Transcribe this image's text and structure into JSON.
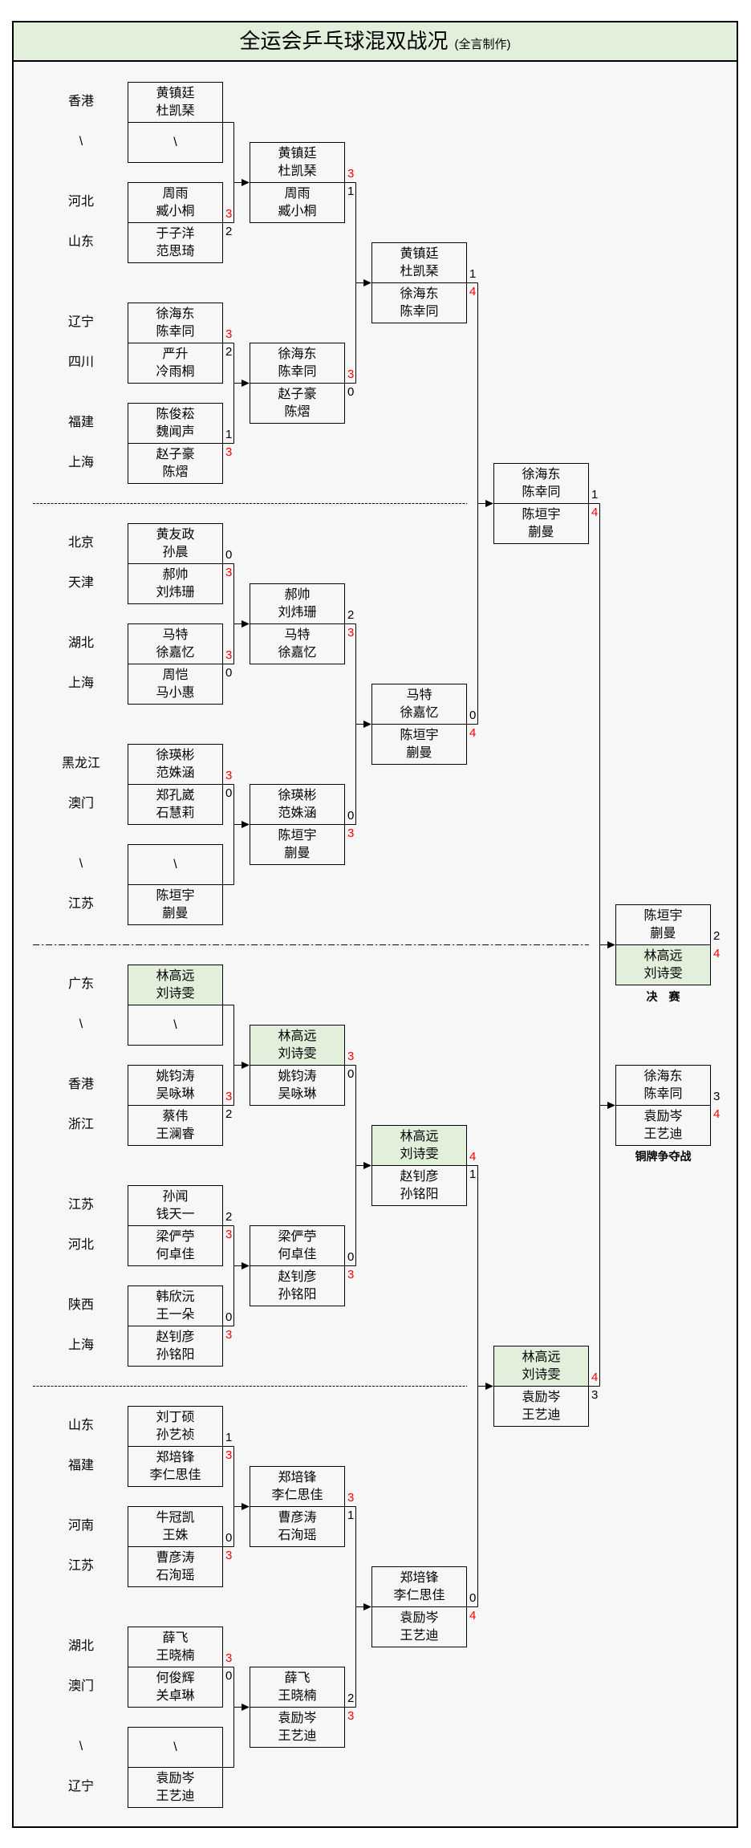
{
  "title": "全运会乒乓球混双战况",
  "subtitle": "(全言制作)",
  "colors": {
    "header_fill": "#e2efda",
    "highlight_fill": "#e2efda",
    "panel_background": "#f7f7f7",
    "winner_score": "#ff0000",
    "text": "#000000"
  },
  "labels": {
    "final": "决　赛",
    "bronze": "铜牌争夺战"
  },
  "bracket": {
    "round_of_32": [
      {
        "top": {
          "region": "香港",
          "players": [
            "黄镇廷",
            "杜凯琹"
          ]
        },
        "bottom": {
          "region": "\\",
          "players": [
            "\\"
          ]
        }
      },
      {
        "top": {
          "region": "河北",
          "players": [
            "周雨",
            "臧小桐"
          ],
          "score": 3,
          "winner": true
        },
        "bottom": {
          "region": "山东",
          "players": [
            "于子洋",
            "范思琦"
          ],
          "score": 2
        }
      },
      {
        "top": {
          "region": "辽宁",
          "players": [
            "徐海东",
            "陈幸同"
          ],
          "score": 3,
          "winner": true
        },
        "bottom": {
          "region": "四川",
          "players": [
            "严升",
            "冷雨桐"
          ],
          "score": 2
        }
      },
      {
        "top": {
          "region": "福建",
          "players": [
            "陈俊菘",
            "魏闻声"
          ],
          "score": 1
        },
        "bottom": {
          "region": "上海",
          "players": [
            "赵子豪",
            "陈熠"
          ],
          "score": 3,
          "winner": true
        }
      },
      {
        "top": {
          "region": "北京",
          "players": [
            "黄友政",
            "孙晨"
          ],
          "score": 0
        },
        "bottom": {
          "region": "天津",
          "players": [
            "郝帅",
            "刘炜珊"
          ],
          "score": 3,
          "winner": true
        }
      },
      {
        "top": {
          "region": "湖北",
          "players": [
            "马特",
            "徐嘉忆"
          ],
          "score": 3,
          "winner": true
        },
        "bottom": {
          "region": "上海",
          "players": [
            "周恺",
            "马小惠"
          ],
          "score": 0
        }
      },
      {
        "top": {
          "region": "黑龙江",
          "players": [
            "徐瑛彬",
            "范姝涵"
          ],
          "score": 3,
          "winner": true
        },
        "bottom": {
          "region": "澳门",
          "players": [
            "郑孔崴",
            "石慧莉"
          ],
          "score": 0
        }
      },
      {
        "top": {
          "region": "\\",
          "players": [
            "\\"
          ]
        },
        "bottom": {
          "region": "江苏",
          "players": [
            "陈垣宇",
            "蒯曼"
          ]
        }
      },
      {
        "top": {
          "region": "广东",
          "players": [
            "林高远",
            "刘诗雯"
          ],
          "highlight": true
        },
        "bottom": {
          "region": "\\",
          "players": [
            "\\"
          ]
        }
      },
      {
        "top": {
          "region": "香港",
          "players": [
            "姚钧涛",
            "吴咏琳"
          ],
          "score": 3,
          "winner": true
        },
        "bottom": {
          "region": "浙江",
          "players": [
            "蔡伟",
            "王澜睿"
          ],
          "score": 2
        }
      },
      {
        "top": {
          "region": "江苏",
          "players": [
            "孙闻",
            "钱天一"
          ],
          "score": 2
        },
        "bottom": {
          "region": "河北",
          "players": [
            "梁俨苧",
            "何卓佳"
          ],
          "score": 3,
          "winner": true
        }
      },
      {
        "top": {
          "region": "陕西",
          "players": [
            "韩欣沅",
            "王一朵"
          ],
          "score": 0
        },
        "bottom": {
          "region": "上海",
          "players": [
            "赵钊彦",
            "孙铭阳"
          ],
          "score": 3,
          "winner": true
        }
      },
      {
        "top": {
          "region": "山东",
          "players": [
            "刘丁硕",
            "孙艺祯"
          ],
          "score": 1
        },
        "bottom": {
          "region": "福建",
          "players": [
            "郑培锋",
            "李仁思佳"
          ],
          "score": 3,
          "winner": true
        }
      },
      {
        "top": {
          "region": "河南",
          "players": [
            "牛冠凯",
            "王姝"
          ],
          "score": 0
        },
        "bottom": {
          "region": "江苏",
          "players": [
            "曹彦涛",
            "石洵瑶"
          ],
          "score": 3,
          "winner": true
        }
      },
      {
        "top": {
          "region": "湖北",
          "players": [
            "薛飞",
            "王晓楠"
          ],
          "score": 3,
          "winner": true
        },
        "bottom": {
          "region": "澳门",
          "players": [
            "何俊辉",
            "关卓琳"
          ],
          "score": 0
        }
      },
      {
        "top": {
          "region": "\\",
          "players": [
            "\\"
          ]
        },
        "bottom": {
          "region": "辽宁",
          "players": [
            "袁励岑",
            "王艺迪"
          ]
        }
      }
    ],
    "round_of_16": [
      {
        "top": {
          "players": [
            "黄镇廷",
            "杜凯琹"
          ],
          "score": 3,
          "winner": true
        },
        "bottom": {
          "players": [
            "周雨",
            "臧小桐"
          ],
          "score": 1
        }
      },
      {
        "top": {
          "players": [
            "徐海东",
            "陈幸同"
          ],
          "score": 3,
          "winner": true
        },
        "bottom": {
          "players": [
            "赵子豪",
            "陈熠"
          ],
          "score": 0
        }
      },
      {
        "top": {
          "players": [
            "郝帅",
            "刘炜珊"
          ],
          "score": 2
        },
        "bottom": {
          "players": [
            "马特",
            "徐嘉忆"
          ],
          "score": 3,
          "winner": true
        }
      },
      {
        "top": {
          "players": [
            "徐瑛彬",
            "范姝涵"
          ],
          "score": 0
        },
        "bottom": {
          "players": [
            "陈垣宇",
            "蒯曼"
          ],
          "score": 3,
          "winner": true
        }
      },
      {
        "top": {
          "players": [
            "林高远",
            "刘诗雯"
          ],
          "score": 3,
          "winner": true,
          "highlight": true
        },
        "bottom": {
          "players": [
            "姚钧涛",
            "吴咏琳"
          ],
          "score": 0
        }
      },
      {
        "top": {
          "players": [
            "梁俨苧",
            "何卓佳"
          ],
          "score": 0
        },
        "bottom": {
          "players": [
            "赵钊彦",
            "孙铭阳"
          ],
          "score": 3,
          "winner": true
        }
      },
      {
        "top": {
          "players": [
            "郑培锋",
            "李仁思佳"
          ],
          "score": 3,
          "winner": true
        },
        "bottom": {
          "players": [
            "曹彦涛",
            "石洵瑶"
          ],
          "score": 1
        }
      },
      {
        "top": {
          "players": [
            "薛飞",
            "王晓楠"
          ],
          "score": 2
        },
        "bottom": {
          "players": [
            "袁励岑",
            "王艺迪"
          ],
          "score": 3,
          "winner": true
        }
      }
    ],
    "quarterfinals": [
      {
        "top": {
          "players": [
            "黄镇廷",
            "杜凯琹"
          ],
          "score": 1
        },
        "bottom": {
          "players": [
            "徐海东",
            "陈幸同"
          ],
          "score": 4,
          "winner": true
        }
      },
      {
        "top": {
          "players": [
            "马特",
            "徐嘉忆"
          ],
          "score": 0
        },
        "bottom": {
          "players": [
            "陈垣宇",
            "蒯曼"
          ],
          "score": 4,
          "winner": true
        }
      },
      {
        "top": {
          "players": [
            "林高远",
            "刘诗雯"
          ],
          "score": 4,
          "winner": true,
          "highlight": true
        },
        "bottom": {
          "players": [
            "赵钊彦",
            "孙铭阳"
          ],
          "score": 1
        }
      },
      {
        "top": {
          "players": [
            "郑培锋",
            "李仁思佳"
          ],
          "score": 0
        },
        "bottom": {
          "players": [
            "袁励岑",
            "王艺迪"
          ],
          "score": 4,
          "winner": true
        }
      }
    ],
    "semifinals": [
      {
        "top": {
          "players": [
            "徐海东",
            "陈幸同"
          ],
          "score": 1
        },
        "bottom": {
          "players": [
            "陈垣宇",
            "蒯曼"
          ],
          "score": 4,
          "winner": true
        }
      },
      {
        "top": {
          "players": [
            "林高远",
            "刘诗雯"
          ],
          "score": 4,
          "winner": true,
          "highlight": true
        },
        "bottom": {
          "players": [
            "袁励岑",
            "王艺迪"
          ],
          "score": 3
        }
      }
    ],
    "final": {
      "top": {
        "players": [
          "陈垣宇",
          "蒯曼"
        ],
        "score": 2
      },
      "bottom": {
        "players": [
          "林高远",
          "刘诗雯"
        ],
        "score": 4,
        "winner": true,
        "highlight": true
      }
    },
    "bronze_match": {
      "top": {
        "players": [
          "徐海东",
          "陈幸同"
        ],
        "score": 3
      },
      "bottom": {
        "players": [
          "袁励岑",
          "王艺迪"
        ],
        "score": 4,
        "winner": true
      }
    }
  }
}
